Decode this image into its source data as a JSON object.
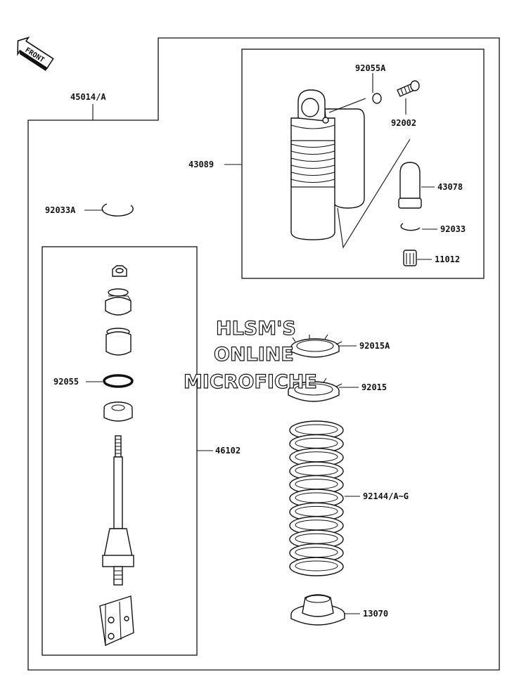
{
  "front_marker": {
    "text": "FRONT"
  },
  "watermark": {
    "lines": [
      "HLSM'S",
      "ONLINE",
      "MICROFICHE"
    ]
  },
  "labels": {
    "l45014": "45014/A",
    "l43089": "43089",
    "l92055A": "92055A",
    "l92002": "92002",
    "l43078": "43078",
    "l92033": "92033",
    "l11012": "11012",
    "l92033A": "92033A",
    "l92055": "92055",
    "l46102": "46102",
    "l92015A": "92015A",
    "l92015": "92015",
    "l92144": "92144/A~G",
    "l13070": "13070"
  }
}
